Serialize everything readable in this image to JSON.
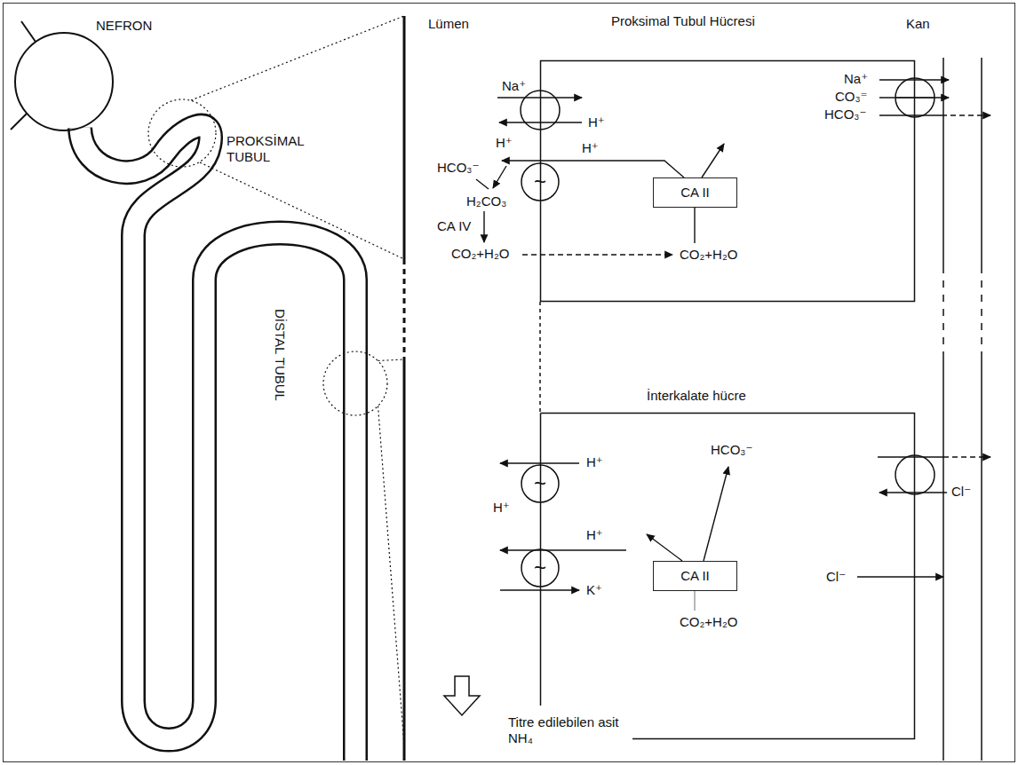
{
  "diagram": {
    "nodes": [
      {
        "text": [
          "Proksimal Tubul Hücresi"
        ]
      },
      {
        "text": [
          "~"
        ]
      },
      {
        "text": [
          "CA II"
        ],
        "in": 0
      },
      {
        "text": [
          "İnterkalate hücre"
        ]
      },
      {
        "text": [
          "~"
        ]
      },
      {
        "text": [
          "~"
        ]
      },
      {
        "text": [
          "CA II"
        ],
        "in": 3
      }
    ],
    "labels": [
      "NEFRON",
      "Lümen",
      "Kan",
      "Na⁺",
      "H⁺",
      "Na⁺",
      "CO₃⁼",
      "HCO₃⁻",
      "H⁺",
      "H⁺",
      "HCO₃⁻",
      "H₂CO₃",
      "CA IV",
      "CO₂+H₂O",
      "CO₂+H₂O",
      "PROKSİMAL TUBUL",
      "DİSTAL TUBUL",
      "H⁺",
      "HCO₃⁻",
      "Cl⁻",
      "H⁺",
      "H⁺",
      "Cl⁻",
      "K⁺",
      "CO₂+H₂O",
      "Titre edilebilen asit NH₄"
    ]
  }
}
